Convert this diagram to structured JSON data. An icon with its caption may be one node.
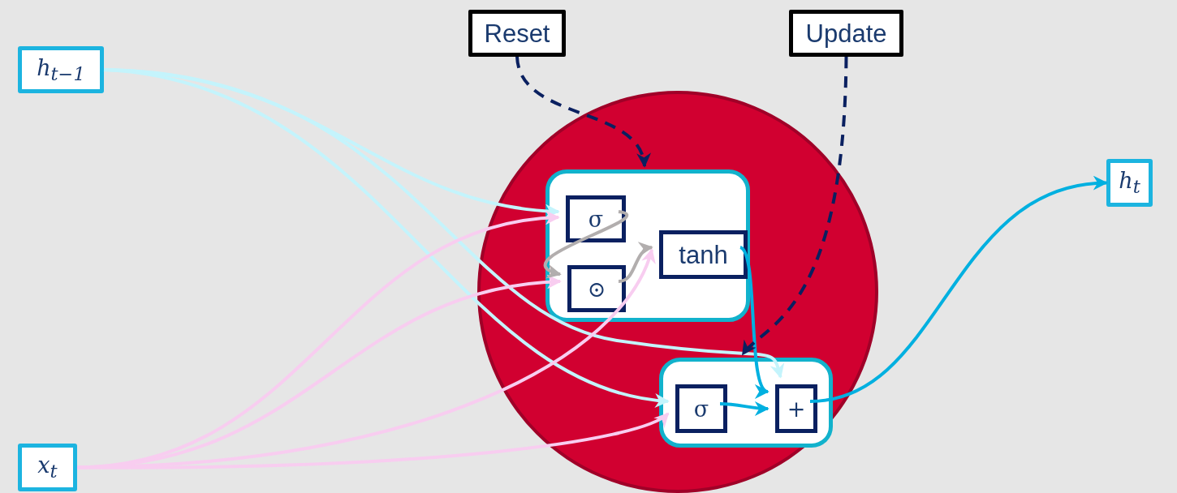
{
  "diagram": {
    "nodes": [
      {
        "text": [
          "h$_{t−1}$"
        ]
      },
      {
        "text": [
          "Reset"
        ]
      },
      {
        "text": [
          "Update"
        ]
      },
      {
        "text": [
          "h$_{t}$"
        ]
      },
      {
        "text": [],
        "shape": "circle"
      },
      {
        "text": [],
        "shape": "box",
        "in": 4
      },
      {
        "text": [
          "σ"
        ],
        "in": 5
      },
      {
        "text": [
          "⊙"
        ],
        "in": 5
      },
      {
        "text": [
          "tanh"
        ],
        "in": 5
      },
      {
        "text": [],
        "shape": "box",
        "in": 4
      },
      {
        "text": [
          "σ"
        ],
        "in": 9
      },
      {
        "text": [
          "+"
        ],
        "in": 9
      },
      {
        "text": [
          "x$_{t}$"
        ]
      }
    ],
    "edges": [
      {
        "from": 0,
        "to": 6,
        "arrow": "to",
        "color": "#c4f4fc"
      },
      {
        "from": 0,
        "to": 10,
        "arrow": "to",
        "color": "#c4f4fc"
      },
      {
        "from": 0,
        "to": 11,
        "arrow": "to",
        "color": "#c4f4fc"
      },
      {
        "from": 12,
        "to": 6,
        "arrow": "to",
        "color": "#f8cdf0"
      },
      {
        "from": 12,
        "to": 7,
        "arrow": "to",
        "color": "#f8cdf0"
      },
      {
        "from": 12,
        "to": 8,
        "arrow": "to",
        "color": "#f8cdf0"
      },
      {
        "from": 12,
        "to": 10,
        "arrow": "to",
        "color": "#f8cdf0"
      },
      {
        "from": 6,
        "to": 7,
        "arrow": "to",
        "color": "#b2aeae"
      },
      {
        "from": 7,
        "to": 8,
        "arrow": "to",
        "color": "#b2aeae"
      },
      {
        "from": 8,
        "to": 11,
        "arrow": "to",
        "color": "#00b0e0"
      },
      {
        "from": 10,
        "to": 11,
        "arrow": "to",
        "color": "#00b0e0"
      },
      {
        "from": 11,
        "to": 3,
        "arrow": "to",
        "color": "#00b0e0"
      },
      {
        "from": 1,
        "to": 5,
        "arrow": "to",
        "style": "dashed",
        "color": "#0a2060"
      },
      {
        "from": 2,
        "to": 9,
        "arrow": "to",
        "style": "dashed",
        "color": "#0a2060"
      }
    ]
  }
}
